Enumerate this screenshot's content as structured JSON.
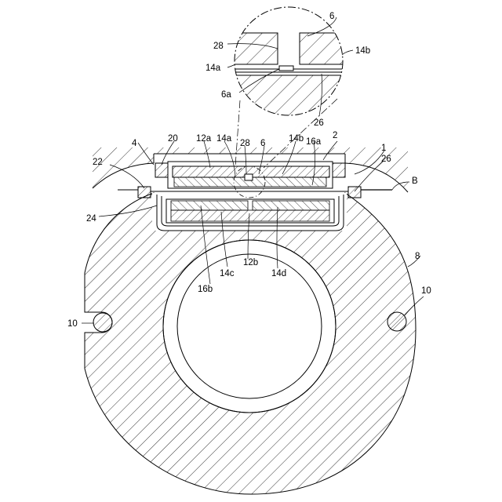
{
  "diagram": {
    "labels": {
      "l6_top": "6",
      "l28_top": "28",
      "l14b_top": "14b",
      "l14a_top": "14a",
      "l6a": "6a",
      "l26_top": "26",
      "l4": "4",
      "l20": "20",
      "l12a": "12a",
      "l14a": "14a",
      "l28": "28",
      "l6": "6",
      "l14b": "14b",
      "l16a": "16a",
      "l2": "2",
      "l1": "1",
      "l22": "22",
      "l26": "26",
      "lB": "B",
      "l24": "24",
      "l12b": "12b",
      "l14c": "14c",
      "l14d": "14d",
      "l16b": "16b",
      "l8": "8",
      "l10_left": "10",
      "l10_right": "10"
    }
  }
}
